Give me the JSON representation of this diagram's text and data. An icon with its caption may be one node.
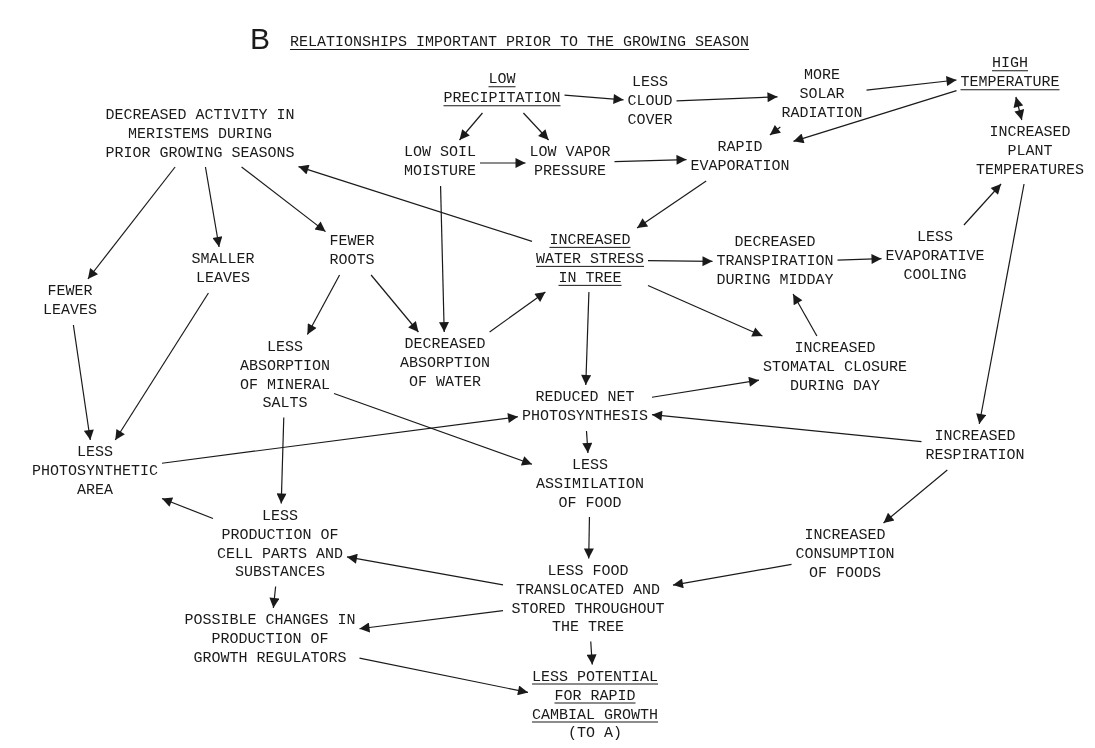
{
  "diagram": {
    "title": "RELATIONSHIPS IMPORTANT PRIOR TO THE GROWING SEASON",
    "nodes": [
      {
        "text": [
          "LOW PRECIPITATION"
        ]
      },
      {
        "text": [
          "LESS CLOUD COVER"
        ]
      },
      {
        "text": [
          "MORE SOLAR RADIATION"
        ]
      },
      {
        "text": [
          "HIGH TEMPERATURE"
        ]
      },
      {
        "text": [
          "DECREASED ACTIVITY IN MERISTEMS DURING PRIOR GROWING SEASONS"
        ]
      },
      {
        "text": [
          "LOW SOIL MOISTURE"
        ]
      },
      {
        "text": [
          "LOW VAPOR PRESSURE"
        ]
      },
      {
        "text": [
          "RAPID EVAPORATION"
        ]
      },
      {
        "text": [
          "INCREASED PLANT TEMPERATURES"
        ]
      },
      {
        "text": [
          "SMALLER LEAVES"
        ]
      },
      {
        "text": [
          "FEWER ROOTS"
        ]
      },
      {
        "text": [
          "INCREASED WATER STRESS IN TREE"
        ]
      },
      {
        "text": [
          "DECREASED TRANSPIRATION DURING MIDDAY"
        ]
      },
      {
        "text": [
          "LESS EVAPORATIVE COOLING"
        ]
      },
      {
        "text": [
          "FEWER LEAVES"
        ]
      },
      {
        "text": [
          "LESS ABSORPTION OF MINERAL SALTS"
        ]
      },
      {
        "text": [
          "DECREASED ABSORPTION OF WATER"
        ]
      },
      {
        "text": [
          "INCREASED STOMATAL CLOSURE DURING DAY"
        ]
      },
      {
        "text": [
          "REDUCED NET PHOTOSYNTHESIS"
        ]
      },
      {
        "text": [
          "LESS PHOTOSYNTHETIC AREA"
        ]
      },
      {
        "text": [
          "INCREASED RESPIRATION"
        ]
      },
      {
        "text": [
          "LESS ASSIMILATION OF FOOD"
        ]
      },
      {
        "text": [
          "LESS PRODUCTION OF CELL PARTS AND SUBSTANCES"
        ]
      },
      {
        "text": [
          "INCREASED CONSUMPTION OF FOODS"
        ]
      },
      {
        "text": [
          "LESS FOOD TRANSLOCATED AND STORED THROUGHOUT THE TREE"
        ]
      },
      {
        "text": [
          "POSSIBLE CHANGES IN PRODUCTION OF GROWTH REGULATORS"
        ]
      },
      {
        "text": [
          "LESS POTENTIAL FOR RAPID CAMBIAL GROWTH",
          "(TO A)"
        ]
      }
    ],
    "edges": [
      {
        "from": 0,
        "to": 1,
        "arrow": "to"
      },
      {
        "from": 0,
        "to": 5,
        "arrow": "to"
      },
      {
        "from": 0,
        "to": 6,
        "arrow": "to"
      },
      {
        "from": 1,
        "to": 2,
        "arrow": "to"
      },
      {
        "from": 2,
        "to": 3,
        "arrow": "to"
      },
      {
        "from": 2,
        "to": 7,
        "arrow": "to"
      },
      {
        "from": 3,
        "to": 7,
        "arrow": "to"
      },
      {
        "from": 3,
        "to": 8,
        "arrow": "both"
      },
      {
        "from": 5,
        "to": 6,
        "arrow": "to"
      },
      {
        "from": 6,
        "to": 7,
        "arrow": "to"
      },
      {
        "from": 7,
        "to": 11,
        "arrow": "to"
      },
      {
        "from": 11,
        "to": 4,
        "arrow": "to"
      },
      {
        "from": 4,
        "to": 14,
        "arrow": "to"
      },
      {
        "from": 4,
        "to": 9,
        "arrow": "to"
      },
      {
        "from": 4,
        "to": 10,
        "arrow": "to"
      },
      {
        "from": 10,
        "to": 15,
        "arrow": "to"
      },
      {
        "from": 10,
        "to": 16,
        "arrow": "to"
      },
      {
        "from": 5,
        "to": 16,
        "arrow": "to"
      },
      {
        "from": 16,
        "to": 11,
        "arrow": "to"
      },
      {
        "from": 11,
        "to": 12,
        "arrow": "to"
      },
      {
        "from": 12,
        "to": 13,
        "arrow": "to"
      },
      {
        "from": 13,
        "to": 8,
        "arrow": "to"
      },
      {
        "from": 11,
        "to": 17,
        "arrow": "to"
      },
      {
        "from": 17,
        "to": 12,
        "arrow": "to"
      },
      {
        "from": 11,
        "to": 18,
        "arrow": "to"
      },
      {
        "from": 18,
        "to": 17,
        "arrow": "to"
      },
      {
        "from": 8,
        "to": 20,
        "arrow": "to"
      },
      {
        "from": 20,
        "to": 18,
        "arrow": "to"
      },
      {
        "from": 20,
        "to": 23,
        "arrow": "to"
      },
      {
        "from": 14,
        "to": 19,
        "arrow": "to"
      },
      {
        "from": 9,
        "to": 19,
        "arrow": "to"
      },
      {
        "from": 19,
        "to": 18,
        "arrow": "to"
      },
      {
        "from": 15,
        "to": 22,
        "arrow": "to"
      },
      {
        "from": 15,
        "to": 21,
        "arrow": "to"
      },
      {
        "from": 18,
        "to": 21,
        "arrow": "to"
      },
      {
        "from": 22,
        "to": 19,
        "arrow": "to"
      },
      {
        "from": 21,
        "to": 24,
        "arrow": "to"
      },
      {
        "from": 23,
        "to": 24,
        "arrow": "to"
      },
      {
        "from": 24,
        "to": 22,
        "arrow": "to"
      },
      {
        "from": 24,
        "to": 25,
        "arrow": "to"
      },
      {
        "from": 22,
        "to": 25,
        "arrow": "to"
      },
      {
        "from": 25,
        "to": 26,
        "arrow": "to"
      },
      {
        "from": 24,
        "to": 26,
        "arrow": "to"
      }
    ],
    "labels": [
      "B"
    ]
  }
}
